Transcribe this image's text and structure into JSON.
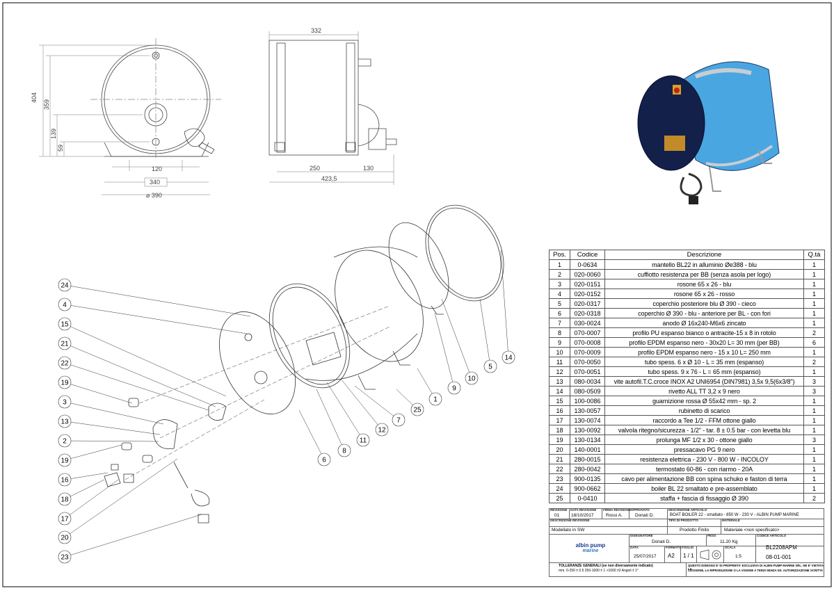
{
  "drawing": {
    "front_view_dims": {
      "height_total": "404",
      "height_upper": "359",
      "h1": "139",
      "h2": "59",
      "w1": "120",
      "w2": "340",
      "diameter": "⌀ 390"
    },
    "side_view_dims": {
      "total_width": "332",
      "w_a": "250",
      "w_b": "130",
      "overall": "423,5"
    },
    "balloons": [
      "24",
      "4",
      "15",
      "21",
      "22",
      "19",
      "3",
      "13",
      "2",
      "19",
      "16",
      "18",
      "17",
      "20",
      "23",
      "6",
      "8",
      "11",
      "12",
      "7",
      "25",
      "1",
      "9",
      "10",
      "5",
      "14"
    ]
  },
  "bom": {
    "headers": [
      "Pos.",
      "Codice",
      "Descrizione",
      "Q.tà"
    ],
    "rows": [
      {
        "pos": "1",
        "code": "0-0634",
        "desc": "mantello BL22 in alluminio Øe388 - blu",
        "qty": "1"
      },
      {
        "pos": "2",
        "code": "020-0060",
        "desc": "cuffiotto resistenza per BB (senza asola per logo)",
        "qty": "1"
      },
      {
        "pos": "3",
        "code": "020-0151",
        "desc": "rosone 65 x 26 - blu",
        "qty": "1"
      },
      {
        "pos": "4",
        "code": "020-0152",
        "desc": "rosone 65 x 26 - rosso",
        "qty": "1"
      },
      {
        "pos": "5",
        "code": "020-0317",
        "desc": "coperchio posteriore blu Ø 390 - cieco",
        "qty": "1"
      },
      {
        "pos": "6",
        "code": "020-0318",
        "desc": "coperchio Ø 390 - blu - anteriore per BL - con fori",
        "qty": "1"
      },
      {
        "pos": "7",
        "code": "030-0024",
        "desc": "anodo Ø 16x240-M6x6 zincato",
        "qty": "1"
      },
      {
        "pos": "8",
        "code": "070-0007",
        "desc": "profilo PU espanso bianco o antracite-15 x 8 in rotolo",
        "qty": "2"
      },
      {
        "pos": "9",
        "code": "070-0008",
        "desc": "profilo EPDM espanso nero - 30x20 L= 30 mm (per BB)",
        "qty": "6"
      },
      {
        "pos": "10",
        "code": "070-0009",
        "desc": "profilo EPDM espanso nero - 15 x 10 L= 250 mm",
        "qty": "1"
      },
      {
        "pos": "11",
        "code": "070-0050",
        "desc": "tubo spess. 6 x Ø 10 - L = 35 mm (espanso)",
        "qty": "2"
      },
      {
        "pos": "12",
        "code": "070-0051",
        "desc": "tubo spess. 9 x 76 - L = 65 mm (espanso)",
        "qty": "1"
      },
      {
        "pos": "13",
        "code": "080-0034",
        "desc": "vite autofil.T.C.croce INOX A2 UNI6954 (DIN7981) 3,5x 9,5(6x3/8\")",
        "qty": "3"
      },
      {
        "pos": "14",
        "code": "080-0509",
        "desc": "rivetto ALL TT 3,2 x 9 nero",
        "qty": "3"
      },
      {
        "pos": "15",
        "code": "100-0086",
        "desc": "guarnizione rossa Ø 55x42 mm - sp. 2",
        "qty": "1"
      },
      {
        "pos": "16",
        "code": "130-0057",
        "desc": "rubinetto di scarico",
        "qty": "1"
      },
      {
        "pos": "17",
        "code": "130-0074",
        "desc": "raccordo a Tee 1/2 - FFM ottone giallo",
        "qty": "1"
      },
      {
        "pos": "18",
        "code": "130-0092",
        "desc": "valvola ritegno/sicurezza - 1/2\" - tar. 8 ± 0.5 bar - con levetta blu",
        "qty": "1"
      },
      {
        "pos": "19",
        "code": "130-0134",
        "desc": "prolunga MF 1/2 x 30 - ottone giallo",
        "qty": "3"
      },
      {
        "pos": "20",
        "code": "140-0001",
        "desc": "pressacavo PG 9 nero",
        "qty": "1"
      },
      {
        "pos": "21",
        "code": "280-0015",
        "desc": "resistenza elettrica - 230 V - 800 W - INCOLOY",
        "qty": "1"
      },
      {
        "pos": "22",
        "code": "280-0042",
        "desc": "termostato 60-86 - con riarmo - 20A",
        "qty": "1"
      },
      {
        "pos": "23",
        "code": "900-0135",
        "desc": "cavo per alimentazione BB con spina schuko e faston di terra",
        "qty": "1"
      },
      {
        "pos": "24",
        "code": "900-0662",
        "desc": "boiler BL 22 smaltato e pre-assemblato",
        "qty": "1"
      },
      {
        "pos": "25",
        "code": "0-0410",
        "desc": "staffa + fascia di fissaggio Ø 390",
        "qty": "2"
      }
    ]
  },
  "title_block": {
    "cap_revision": "REVISIONE",
    "cap_rev_date": "DATA REVISIONE",
    "cap_rev_sign": "FIRMA REVISIONE",
    "cap_approved": "APPROVATO",
    "cap_description": "DESCRIZIONE ARTICOLO",
    "revision": "01",
    "rev_date": "18/10/2017",
    "rev_by": "Rossi A.",
    "approved_by": "Donati D.",
    "article_description": "BOAT BOILER 22 - smaltato - 850 W - 230 V - ALBIN PUMP MARINE",
    "cap_revision_desc": "DESCRIZIONE REVISIONE",
    "cap_part_type": "TIPO DI PRODOTTO",
    "cap_material": "MATERIALE",
    "modeled": "Modellato in SW",
    "part_type": "Prodotto Finito",
    "material": "Materiale <non specificato>",
    "cap_designer": "DISEGNATORE",
    "cap_weight": "PESO",
    "cap_article_code": "CODICE ARTICOLO",
    "designer": "Donati D.",
    "weight": "11.20 Kg",
    "article_code": "BL2208APM",
    "cap_date": "DATA",
    "cap_format": "FORMATO",
    "cap_sheet": "FOGLIO",
    "cap_scale": "SCALA",
    "date": "25/07/2017",
    "format": "A2",
    "sheet": "1 / 1",
    "scale": "1:5",
    "drawing_number": "08-01-001",
    "logo_line1": "albin pump",
    "logo_line2": "marine",
    "tolerance_title": "TOLLERANZE GENERALI (se non diversamente indicato)",
    "tolerance_values": "mm. 0-250 ± 0.5   250-1000 ± 1   >1000 ±2   Angoli ± 1°",
    "ownership_1": "QUESTO DISEGNO E' DI PROPRIETA' ESCLUSIVA DI ALBIN PUMP MARINE SRL. NE E' VIETATA LA",
    "ownership_2": "CESSIONE, LA RIPRODUZIONE O LA VISIONE A TERZI SENZA NS. AUTORIZZAZIONE SCRITTA"
  },
  "colors": {
    "tank_blue": "#4aa6e0",
    "tank_dark": "#12204a",
    "band_grey": "#c9ccd3",
    "brass": "#d7a02a",
    "red": "#c0221c"
  }
}
